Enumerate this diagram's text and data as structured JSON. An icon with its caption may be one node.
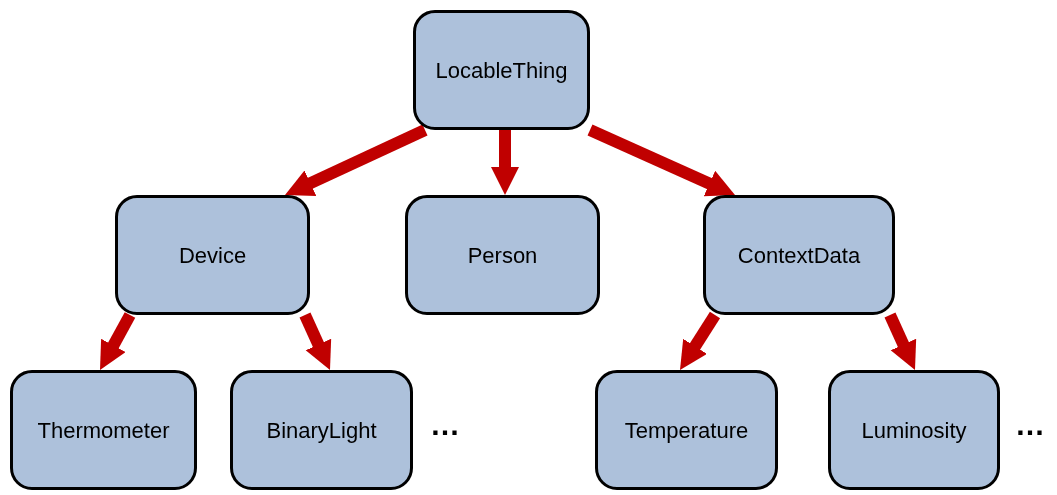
{
  "diagram": {
    "nodes": [
      {
        "text": [
          "LocableThing"
        ]
      },
      {
        "text": [
          "Device"
        ]
      },
      {
        "text": [
          "Person"
        ]
      },
      {
        "text": [
          "ContextData"
        ]
      },
      {
        "text": [
          "Thermometer"
        ]
      },
      {
        "text": [
          "BinaryLight"
        ]
      },
      {
        "text": [
          "Temperature"
        ]
      },
      {
        "text": [
          "Luminosity"
        ]
      }
    ],
    "edges": [
      {
        "from": 0,
        "to": 1,
        "arrow": "to"
      },
      {
        "from": 0,
        "to": 2,
        "arrow": "to"
      },
      {
        "from": 0,
        "to": 3,
        "arrow": "to"
      },
      {
        "from": 1,
        "to": 4,
        "arrow": "to"
      },
      {
        "from": 1,
        "to": 5,
        "arrow": "to"
      },
      {
        "from": 3,
        "to": 6,
        "arrow": "to"
      },
      {
        "from": 3,
        "to": 7,
        "arrow": "to"
      }
    ],
    "labels": [
      "…",
      "…"
    ]
  }
}
